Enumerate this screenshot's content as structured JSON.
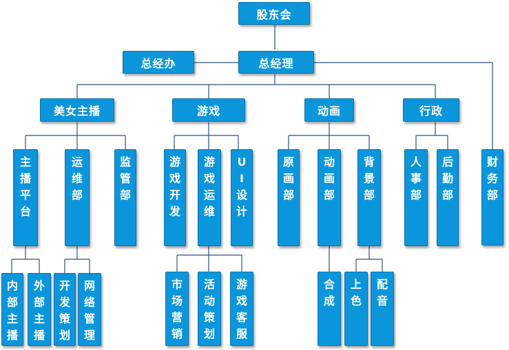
{
  "colors": {
    "box": "#0b96dc",
    "border": "#0a6fa8",
    "line": "#2b4f7a"
  },
  "nodes": {
    "shareholders": "股东会",
    "gm_office": "总经办",
    "gm": "总经理",
    "beauty": "美女主播",
    "games": "游戏",
    "animation": "动画",
    "admin": "行政",
    "finance": "财务部",
    "host_platform": "主播平台",
    "ops": "运维部",
    "supervision": "监管部",
    "game_dev": "游戏开发",
    "game_ops": "游戏运维",
    "ui_design": "UI设计",
    "original": "原画部",
    "anim_dept": "动画部",
    "background": "背景部",
    "hr": "人事部",
    "logistics": "后勤部",
    "internal_host": "内部主播",
    "external_host": "外部主播",
    "dev_plan": "开发策划",
    "network_mgmt": "网络管理",
    "marketing": "市场营销",
    "event_plan": "活动策划",
    "game_service": "游戏客服",
    "compositing": "合成",
    "coloring": "上色",
    "dubbing": "配音"
  }
}
